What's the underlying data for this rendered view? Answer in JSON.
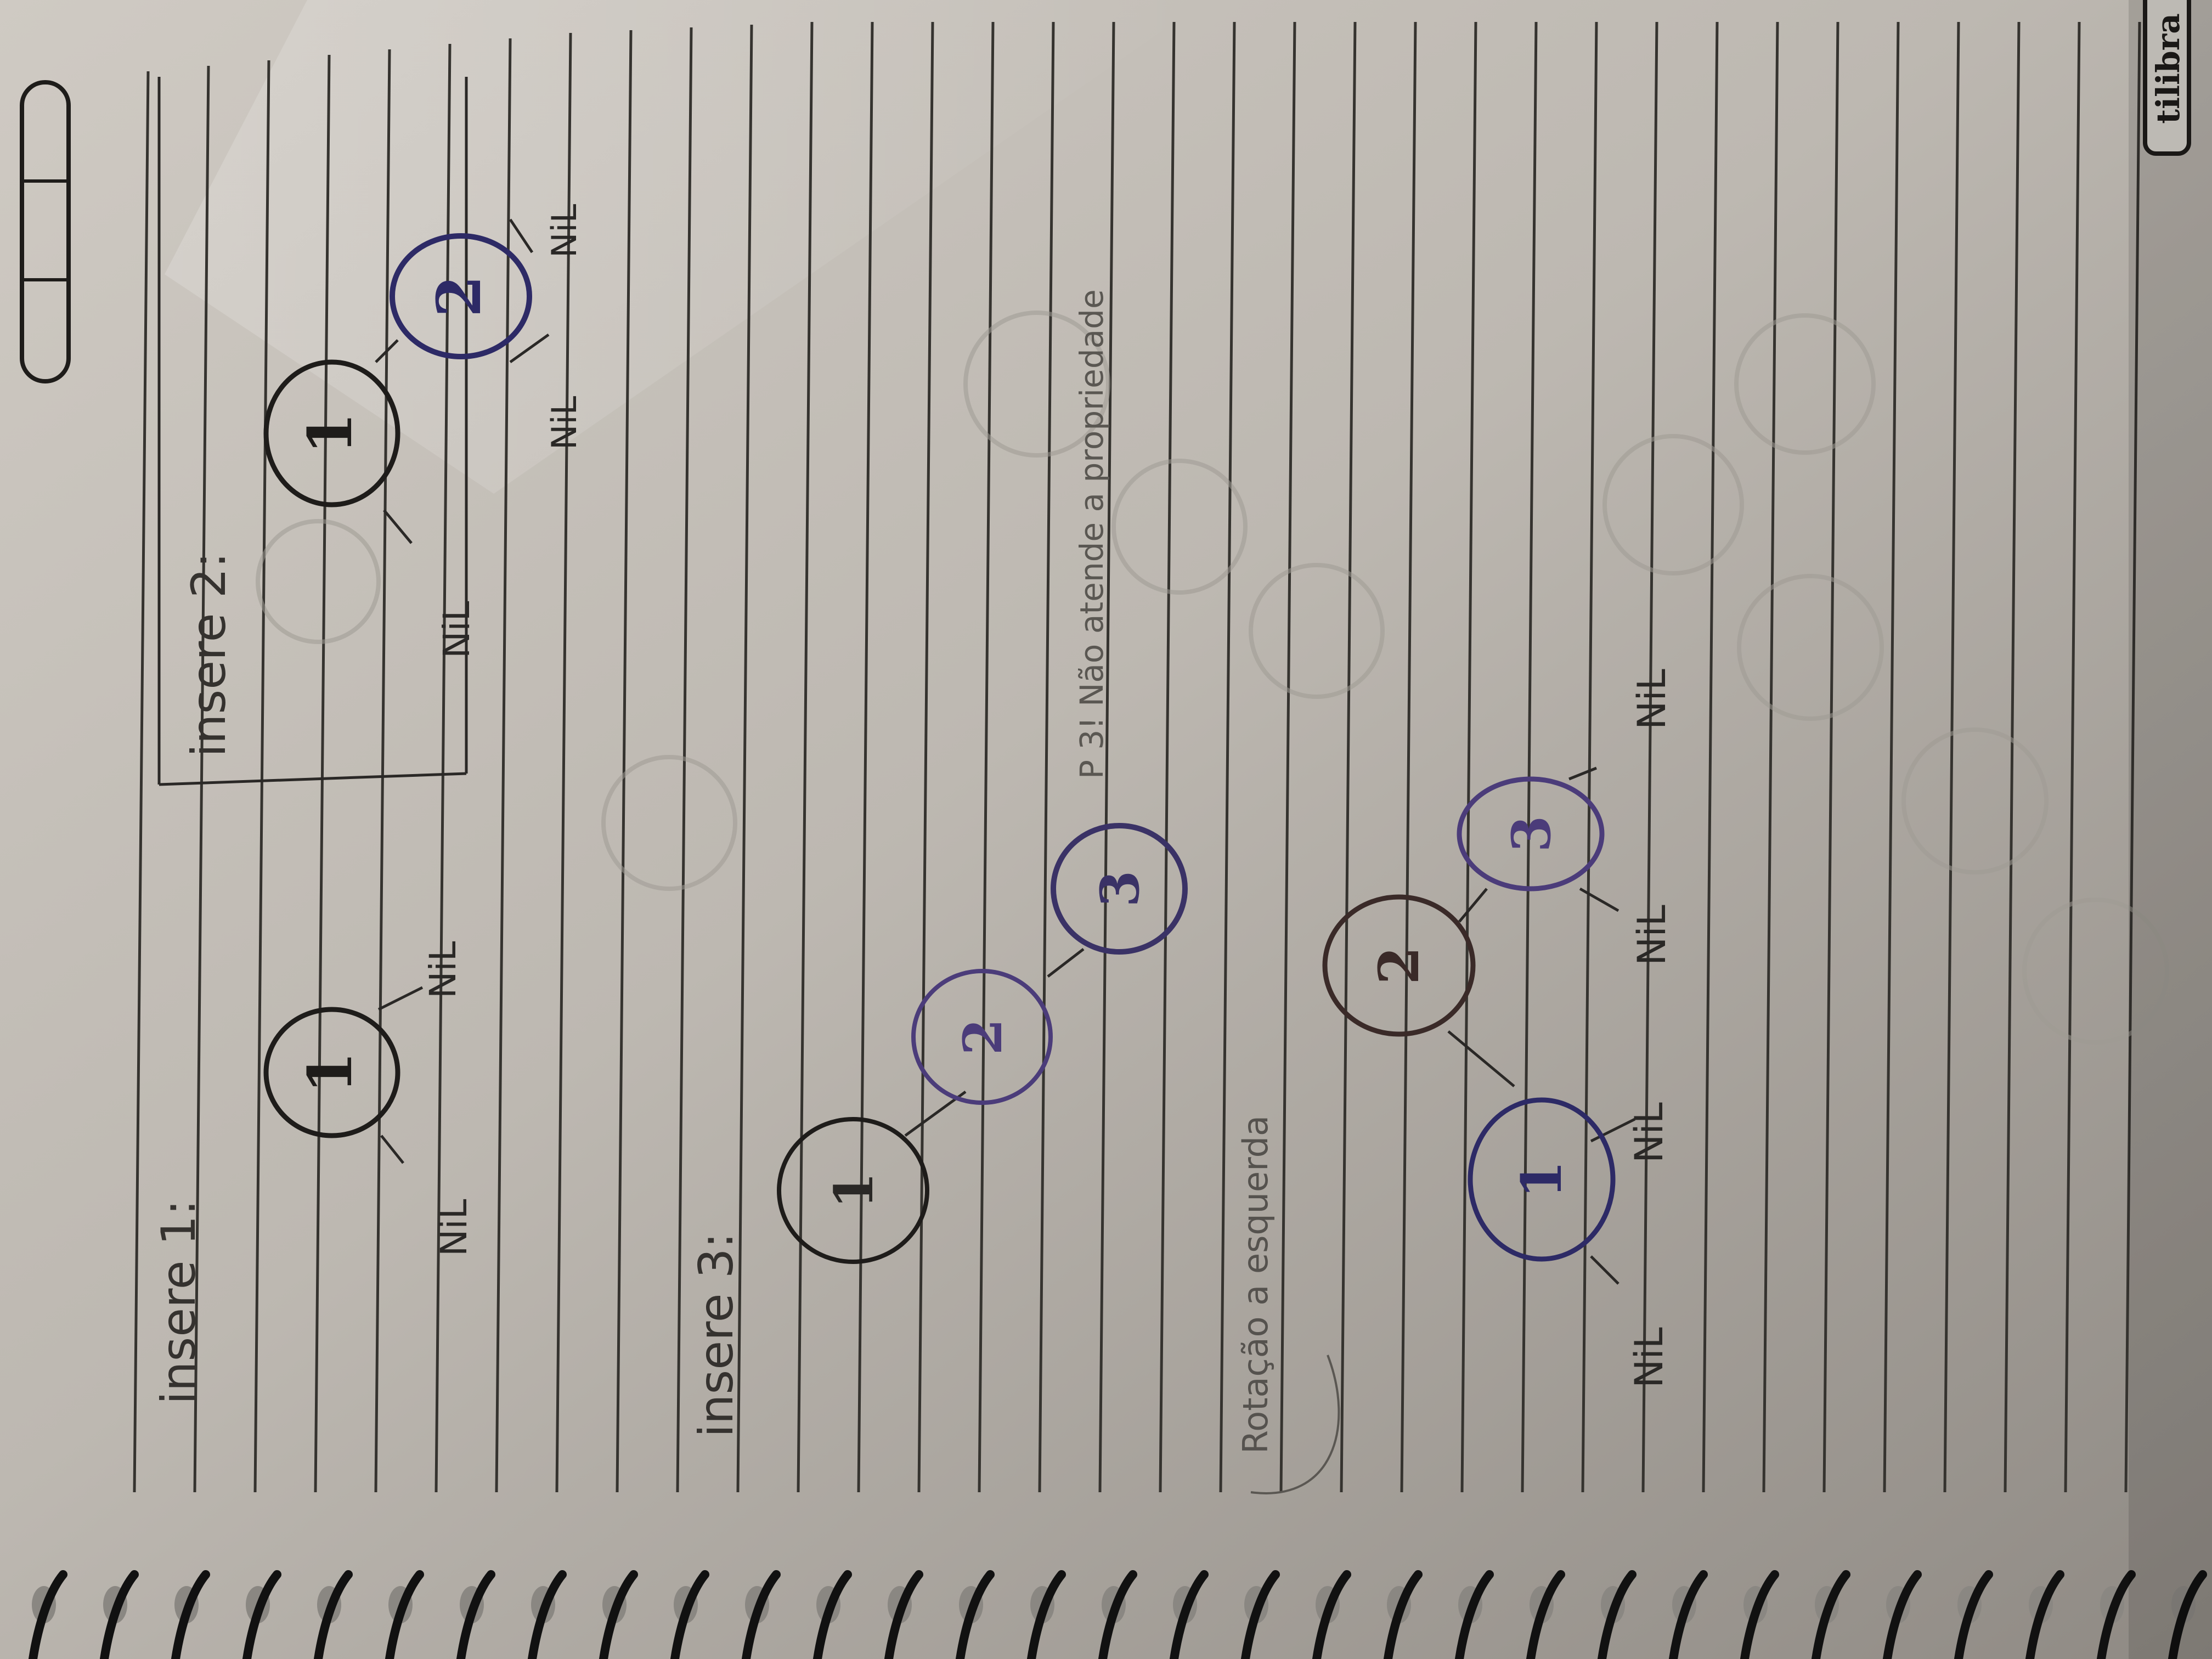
{
  "photo": {
    "description_type": "notebook page photographed sideways",
    "colors": {
      "paper": "#bdb8b1",
      "paper_shadow": "#8e8983",
      "ruled_line": "#35332f",
      "pencil": "#4a4844",
      "black_pen": "#1e1c1a",
      "blue_pen": "#2d2a66",
      "purple_pen": "#4b3c7a",
      "brown_pen": "#3a2a28",
      "spiral_wire": "#111111",
      "spiral_hole": "#8a8782"
    }
  },
  "notes": {
    "heading_insere_1": "insere 1:",
    "heading_insere_2": "insere 2:",
    "heading_insere_3": "insere 3:",
    "rotation_label": "Rotação a esquerda",
    "note_p3": "P 3! Não atende a propriedade",
    "nil": "NiL"
  },
  "trees": {
    "insere_1": {
      "nodes": [
        "1"
      ]
    },
    "insere_2": {
      "nodes": [
        "1",
        "2"
      ]
    },
    "insere_3": {
      "nodes": [
        "1",
        "2",
        "3"
      ]
    },
    "rotated": {
      "nodes": [
        "2",
        "1",
        "3"
      ]
    }
  },
  "brand": {
    "logo_text": "tilibra"
  }
}
